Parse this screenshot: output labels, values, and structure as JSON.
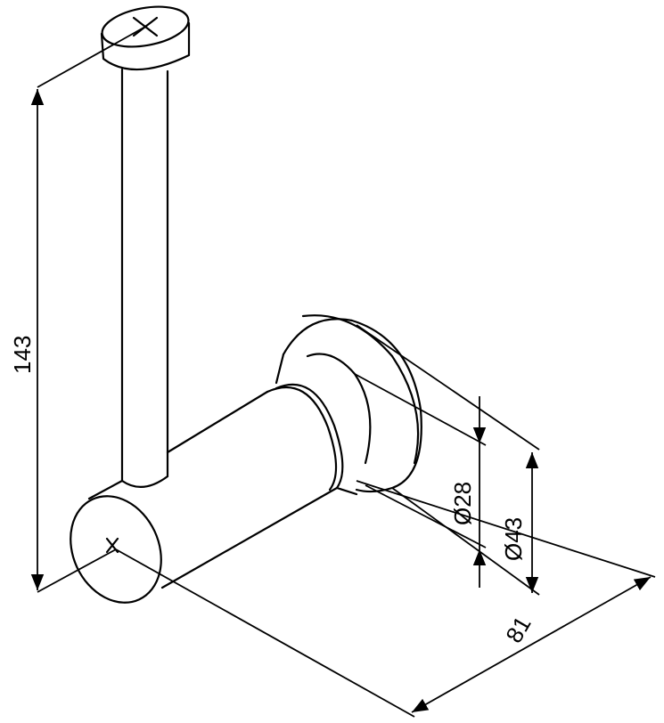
{
  "drawing": {
    "dimensions": {
      "height": "143",
      "length": "81",
      "inner_diameter": "Ø28",
      "outer_diameter": "Ø43"
    },
    "colors": {
      "line": "#000000",
      "background": "#ffffff"
    }
  }
}
